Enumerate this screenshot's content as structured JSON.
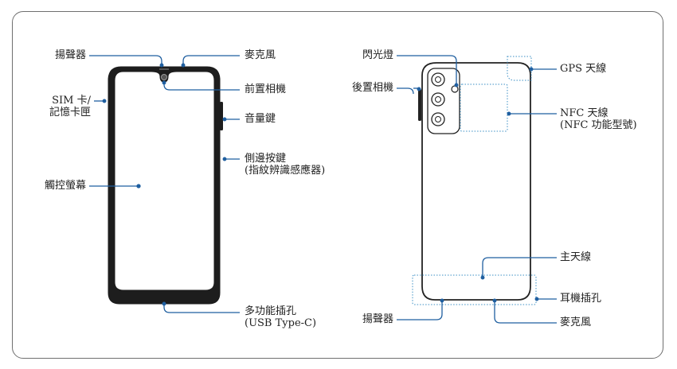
{
  "front": {
    "speaker": "揚聲器",
    "microphone": "麥克風",
    "front_camera": "前置相機",
    "sim_line1": "SIM 卡/",
    "sim_line2": "記憶卡匣",
    "volume_key": "音量鍵",
    "side_key_line1": "側邊按鍵",
    "side_key_line2": "(指紋辨識感應器)",
    "touchscreen": "觸控螢幕",
    "multipurpose_line1": "多功能插孔",
    "multipurpose_line2": "(USB Type-C)"
  },
  "back": {
    "flash": "閃光燈",
    "rear_camera": "後置相機",
    "gps_antenna": "GPS 天線",
    "nfc_line1": "NFC 天線",
    "nfc_line2": "(NFC 功能型號)",
    "main_antenna": "主天線",
    "earphone_jack": "耳機插孔",
    "speaker": "揚聲器",
    "microphone": "麥克風"
  },
  "colors": {
    "leader": "#1f5fa0",
    "phone_outline": "#222222",
    "dotted_area": "#3b8fc4",
    "frame": "#6f6f6f"
  }
}
